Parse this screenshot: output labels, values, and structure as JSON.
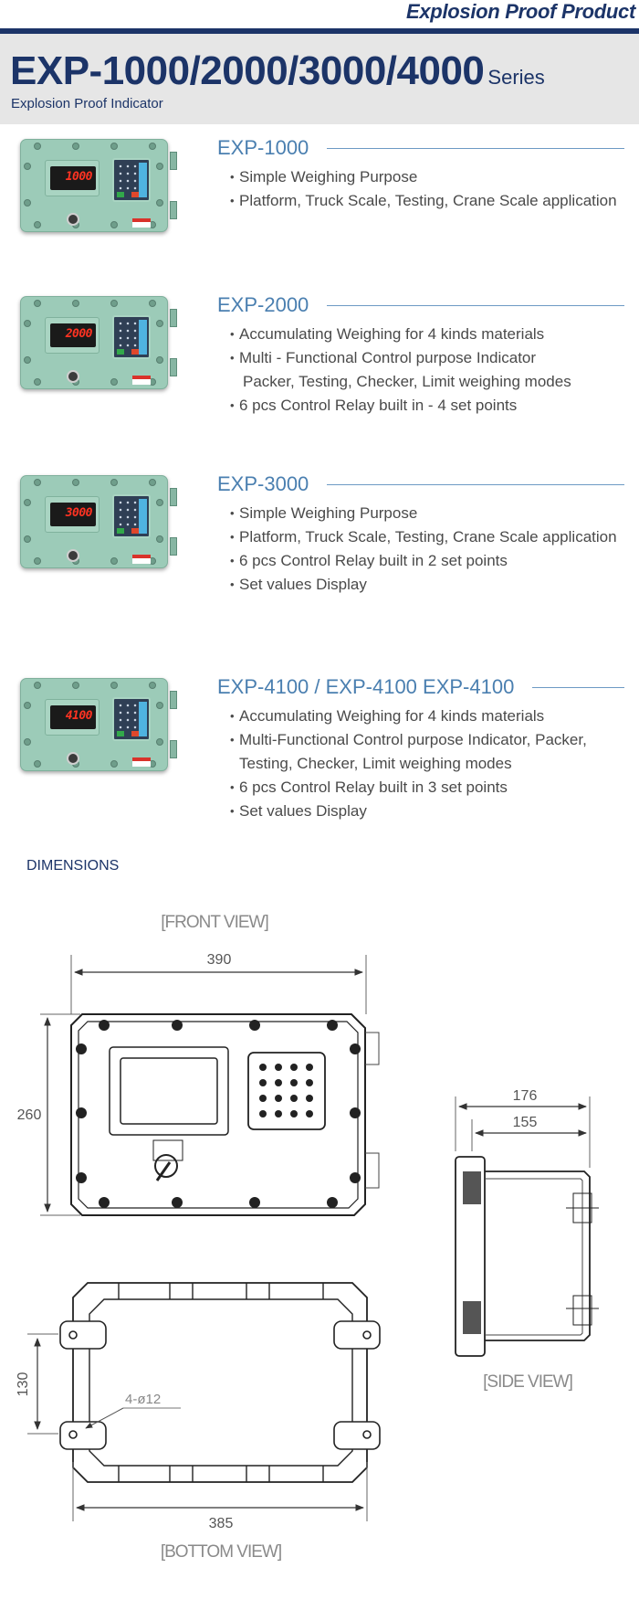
{
  "header": {
    "brand_label": "Explosion Proof Product",
    "title": "EXP-1000/2000/3000/4000",
    "title_suffix": "Series",
    "subtitle": "Explosion Proof Indicator",
    "colors": {
      "navy": "#1c3468",
      "band_bg": "#e6e6e6",
      "model_blue": "#4a7fb0",
      "body_text": "#4a4a4a"
    }
  },
  "products": [
    {
      "name": "EXP-1000",
      "display_value": "1000",
      "features": [
        "Simple Weighing Purpose",
        "Platform, Truck Scale, Testing, Crane Scale application"
      ]
    },
    {
      "name": "EXP-2000",
      "display_value": "2000",
      "features": [
        "Accumulating Weighing for 4 kinds materials",
        "Multi - Functional Control purpose Indicator",
        "Packer, Testing, Checker, Limit weighing modes",
        "6 pcs Control Relay built in - 4 set points"
      ]
    },
    {
      "name": "EXP-3000",
      "display_value": "3000",
      "features": [
        "Simple Weighing Purpose",
        "Platform, Truck Scale, Testing, Crane Scale application",
        "6 pcs Control Relay built in 2 set points",
        "Set values Display"
      ]
    },
    {
      "name": "EXP-4100 / EXP-4100 EXP-4100",
      "display_value": "4100",
      "features": [
        "Accumulating Weighing for 4 kinds materials",
        "Multi-Functional Control purpose Indicator, Packer,",
        "Testing, Checker, Limit weighing modes",
        "6 pcs Control Relay built in 3 set points",
        "Set values Display"
      ]
    }
  ],
  "dimensions": {
    "section_title": "DIMENSIONS",
    "front_view": {
      "caption": "[FRONT VIEW]",
      "width": "390",
      "height": "260"
    },
    "side_view": {
      "caption": "[SIDE VIEW]",
      "depth_total": "176",
      "depth_body": "155"
    },
    "bottom_view": {
      "caption": "[BOTTOM VIEW]",
      "width": "385",
      "hole_spacing": "130",
      "hole_note": "4-ø12"
    }
  }
}
